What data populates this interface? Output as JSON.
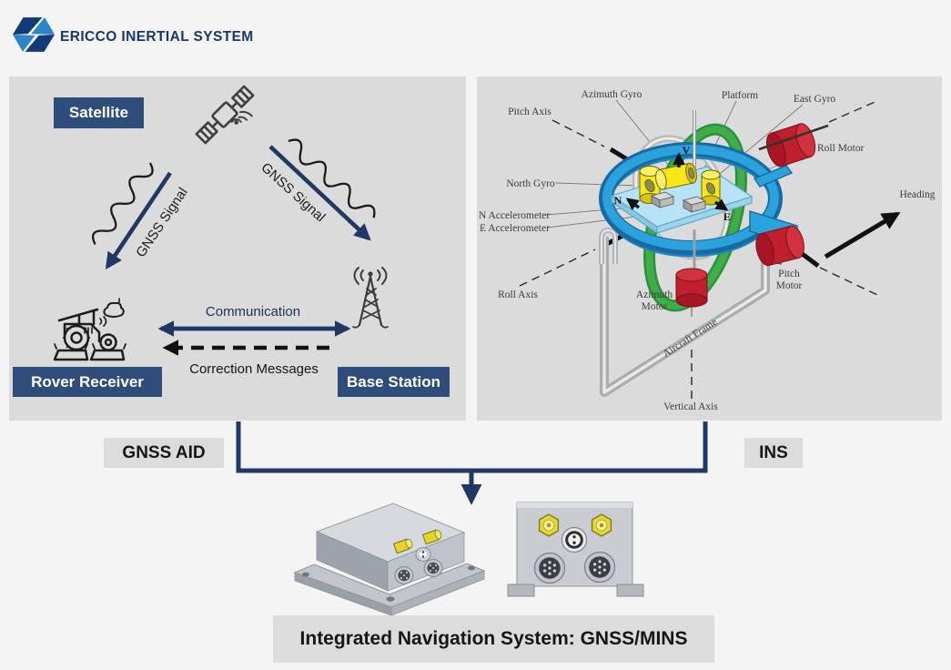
{
  "header": {
    "brand": "ERICCO INERTIAL SYSTEM"
  },
  "gnss_panel": {
    "satellite": "Satellite",
    "rover_receiver": "Rover Receiver",
    "base_station": "Base Station",
    "gnss_signal_left": "GNSS Signal",
    "gnss_signal_right": "GNSS Signal",
    "communication": "Communication",
    "correction_messages": "Correction Messages"
  },
  "ins_panel": {
    "azimuth_gyro": "Azimuth Gyro",
    "platform": "Platform",
    "east_gyro": "East Gyro",
    "pitch_axis": "Pitch Axis",
    "roll_motor": "Roll Motor",
    "north_gyro": "North Gyro",
    "heading": "Heading",
    "n_accelerometer": "N Accelerometer",
    "e_accelerometer": "E Accelerometer",
    "roll_axis": "Roll Axis",
    "azimuth_motor_line1": "Azimuth",
    "azimuth_motor_line2": "Motor",
    "pitch_motor_line1": "Pitch",
    "pitch_motor_line2": "Motor",
    "aircraft_frame": "Aircraft Frame",
    "vertical_axis": "Vertical Axis",
    "axis_n": "N",
    "axis_e": "E",
    "axis_v": "V"
  },
  "summary": {
    "gnss_aid": "GNSS AID",
    "ins": "INS",
    "integrated": "Integrated Navigation System: GNSS/MINS"
  },
  "icons": {
    "logo": "ericco-hex-logo",
    "satellite": "satellite-icon",
    "rover": "tractor-icon",
    "base": "radio-tower-icon",
    "ins_diagram": "gimbal-platform-illustration",
    "products": "imu-product-renders"
  },
  "colors": {
    "brand_navy": "#16386e",
    "brand_blue": "#2b86c9",
    "navy_badge": "#2e4d7b",
    "navy_arrow": "#1f3864",
    "panel_gray": "#dbdbdb",
    "badge_gray": "#dcdcdc",
    "ins_blue": "#2ba2dc",
    "ins_green": "#3fae49",
    "ins_yellow": "#f7e719",
    "ins_red": "#c0202e"
  }
}
